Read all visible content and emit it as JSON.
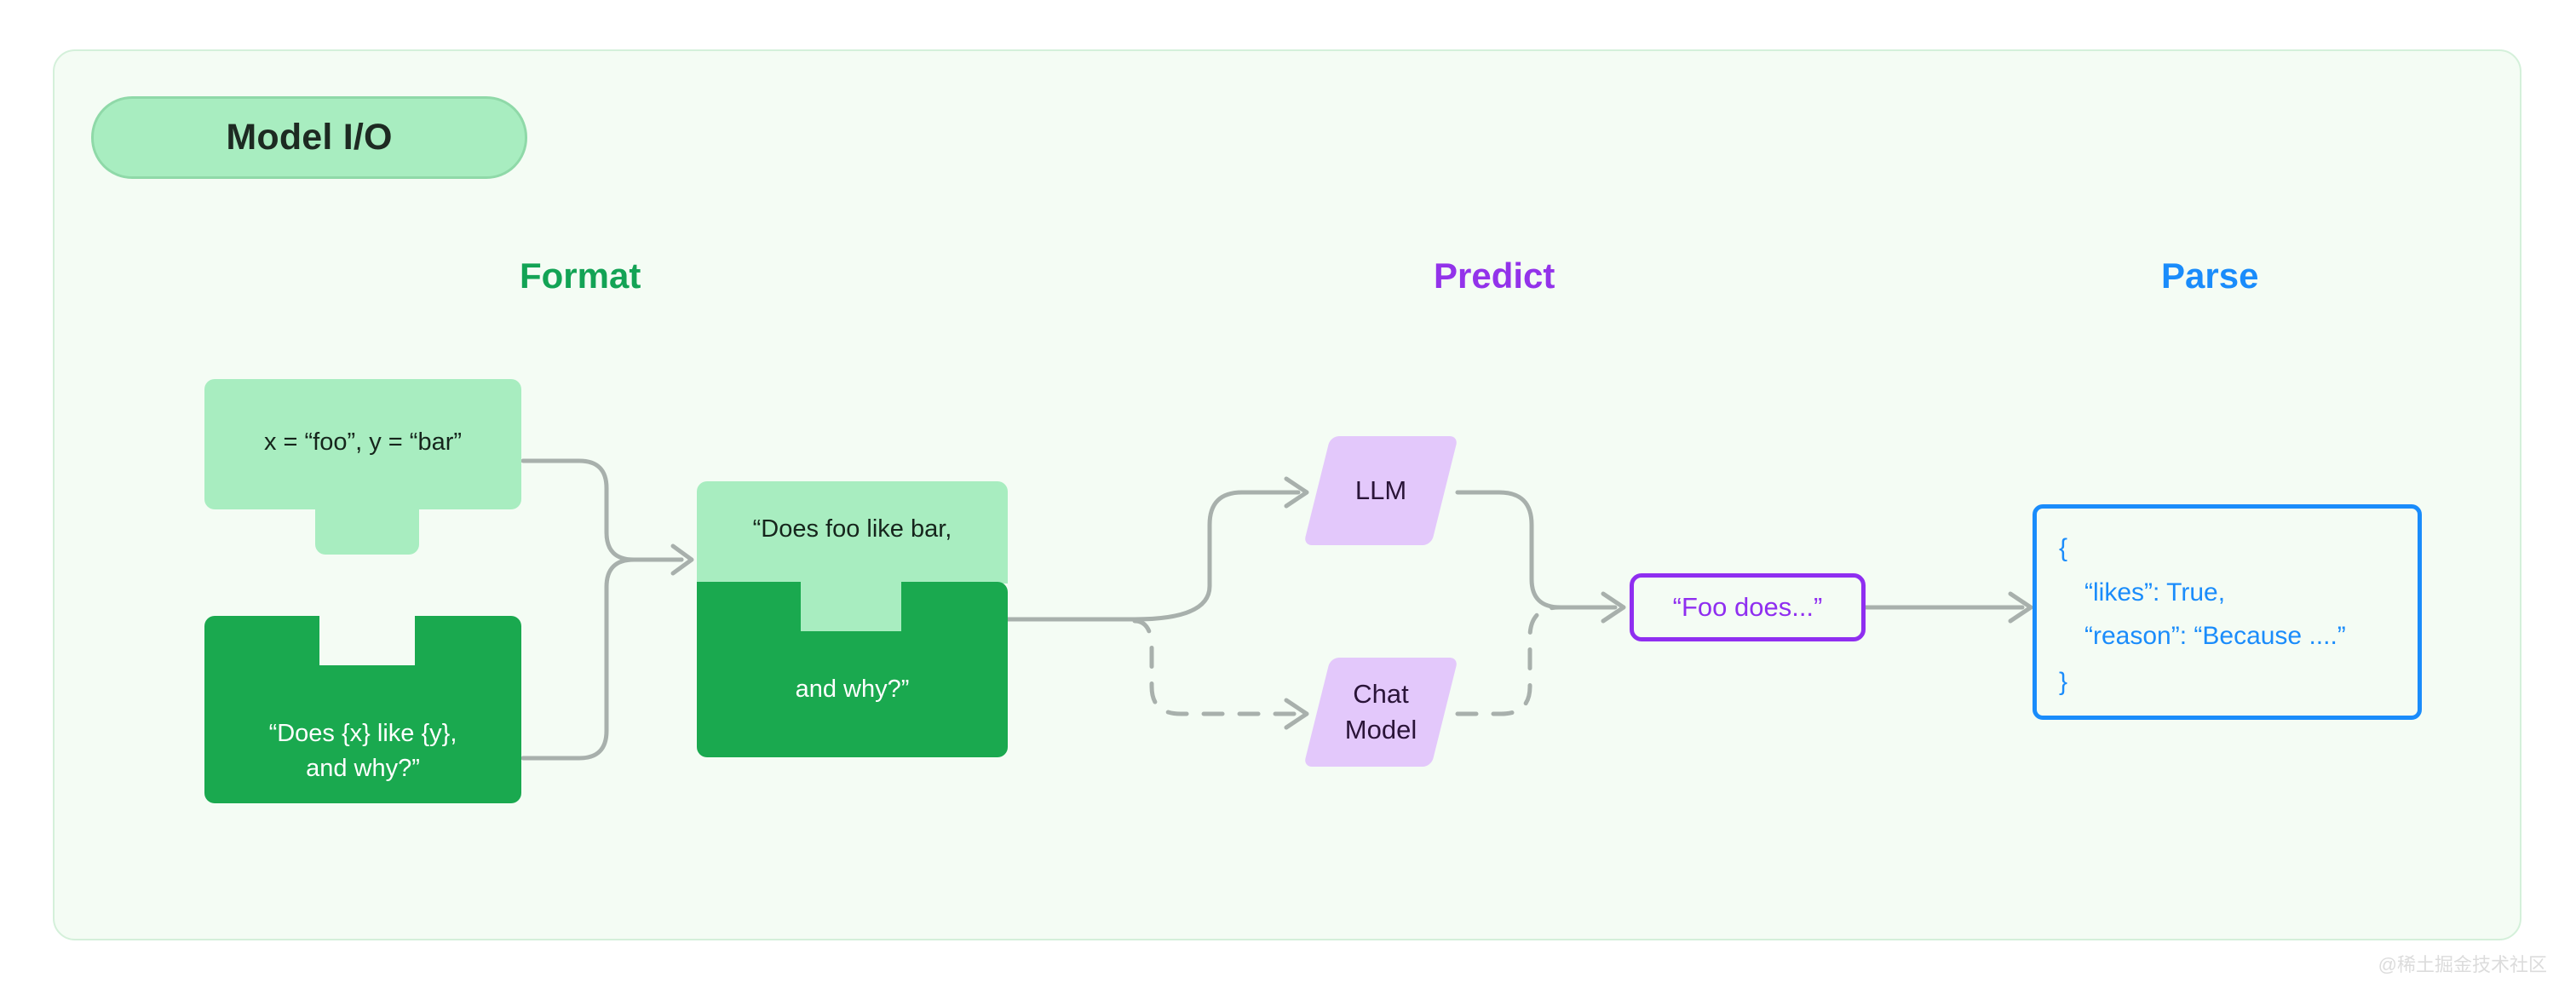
{
  "badge": {
    "label": "Model I/O"
  },
  "sections": {
    "format": {
      "label": "Format",
      "color": "#13a355"
    },
    "predict": {
      "label": "Predict",
      "color": "#9333ea"
    },
    "parse": {
      "label": "Parse",
      "color": "#1a8cfb"
    }
  },
  "format": {
    "variables_piece": {
      "text": "x = “foo”, y = “bar”",
      "fill": "#a8edc0",
      "text_color": "#16251c"
    },
    "template_piece": {
      "text": "“Does {x} like {y},\nand why?”",
      "fill": "#1aa94f",
      "text_color": "#ffffff"
    },
    "combined_piece": {
      "top_text": "“Does foo like bar,",
      "bottom_text": "and why?”",
      "top_fill": "#a8edc0",
      "bottom_fill": "#1aa94f"
    }
  },
  "predict": {
    "models": [
      {
        "label": "LLM",
        "fill": "#e3c8fb",
        "text_color": "#2a1438",
        "connector": "solid"
      },
      {
        "label": "Chat\nModel",
        "fill": "#e3c8fb",
        "text_color": "#2a1438",
        "connector": "dashed"
      }
    ],
    "output_box": {
      "text": "“Foo does...”",
      "border_color": "#8f2ef0",
      "text_color": "#8f2ef0"
    }
  },
  "parse": {
    "json_box": {
      "lines": [
        "{",
        "“likes”: True,",
        "“reason”: “Because ....”",
        "}"
      ],
      "border_color": "#1a8cfb",
      "text_color": "#1a8cfb"
    }
  },
  "watermark": {
    "text": "@稀土掘金技术社区"
  },
  "canvas": {
    "background": "#f4fcf4",
    "border_color": "#d4f0da"
  }
}
